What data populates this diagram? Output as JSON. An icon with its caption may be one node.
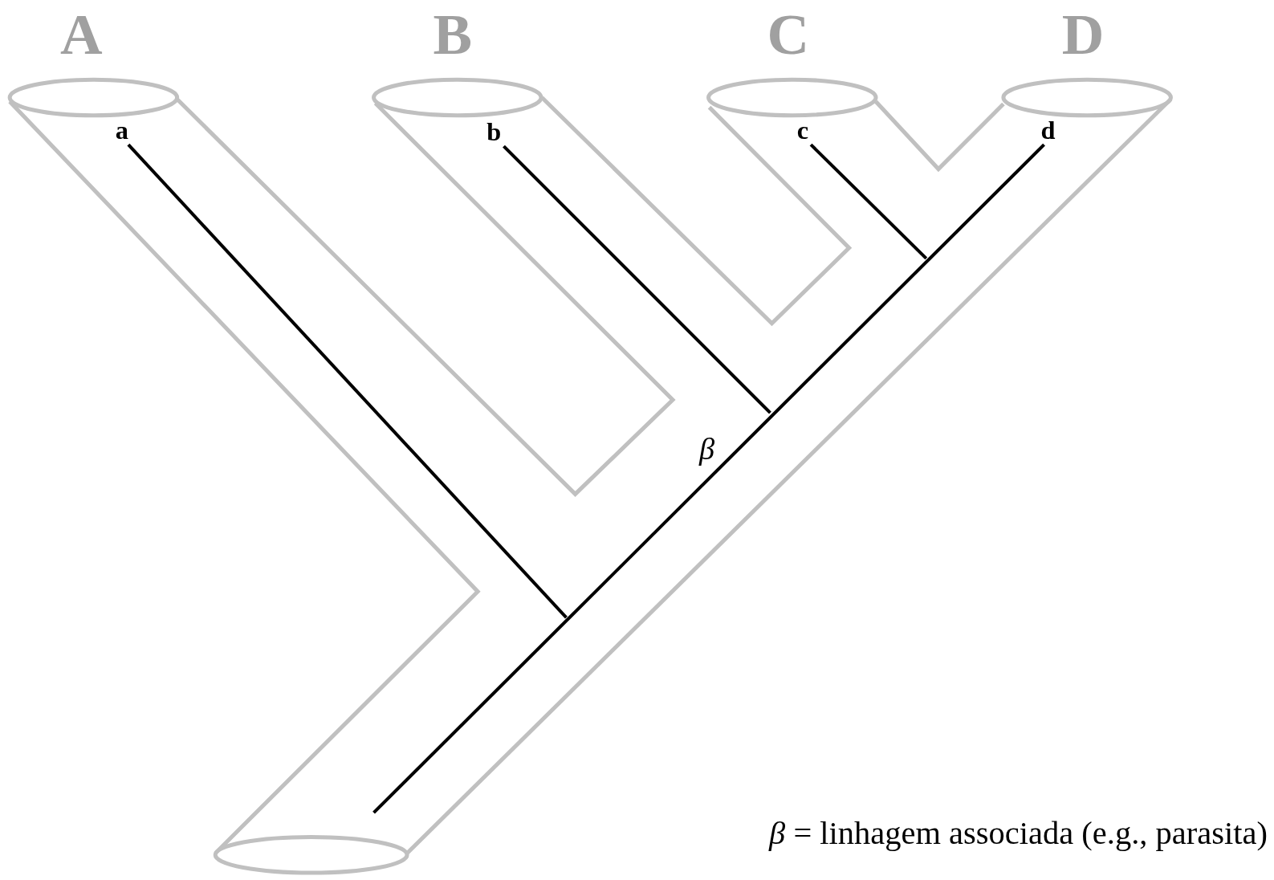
{
  "diagram": {
    "labels": [
      "A",
      "B",
      "C",
      "D",
      "a",
      "b",
      "c",
      "d",
      "*β*",
      "*β* = linhagem associada (e.g., parasita)"
    ]
  }
}
